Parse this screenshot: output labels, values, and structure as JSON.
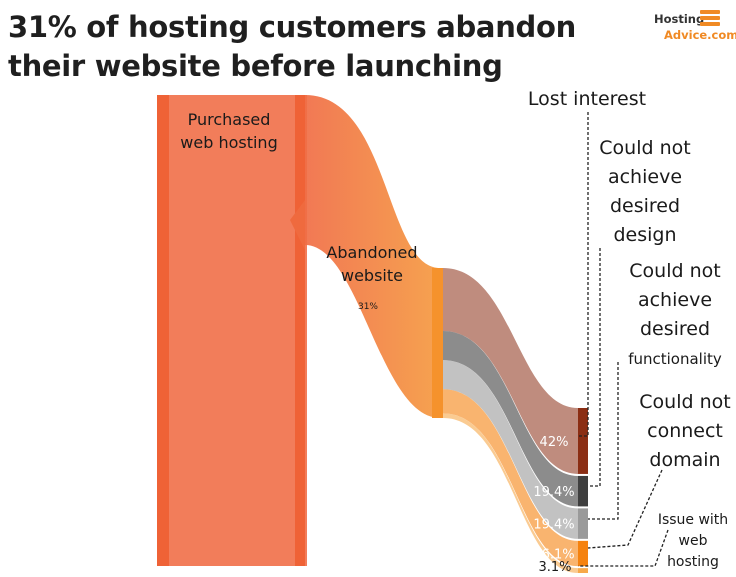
{
  "title": "31% of hosting customers abandon their website before launching",
  "logo": {
    "line1": "Hosting",
    "line2": "Advice.com"
  },
  "chart_data": {
    "type": "sankey",
    "nodes": [
      {
        "id": "purchased",
        "label": "Purchased web hosting"
      },
      {
        "id": "abandoned",
        "label": "Abandoned website",
        "value_label": "31%",
        "value": 31
      }
    ],
    "reasons": [
      {
        "label": "Lost interest",
        "value": 42,
        "value_label": "42%",
        "color": "#8b2e14"
      },
      {
        "label": "Could not achieve desired design",
        "value": 19.4,
        "value_label": "19.4%",
        "color": "#3f3f3f"
      },
      {
        "label": "Could not achieve desired functionality",
        "value": 19.4,
        "value_label": "19.4%",
        "color": "#9a9a9a"
      },
      {
        "label": "Could not connect domain",
        "value": 16.1,
        "value_label": "16.1%",
        "color": "#f5820f"
      },
      {
        "label": "Issue with web hosting",
        "value": 3.1,
        "value_label": "3.1%",
        "color": "#f7a94a"
      }
    ],
    "colors": {
      "primary": "#f0603a",
      "flow": "#f58a3c",
      "accent": "#f08a24"
    }
  }
}
